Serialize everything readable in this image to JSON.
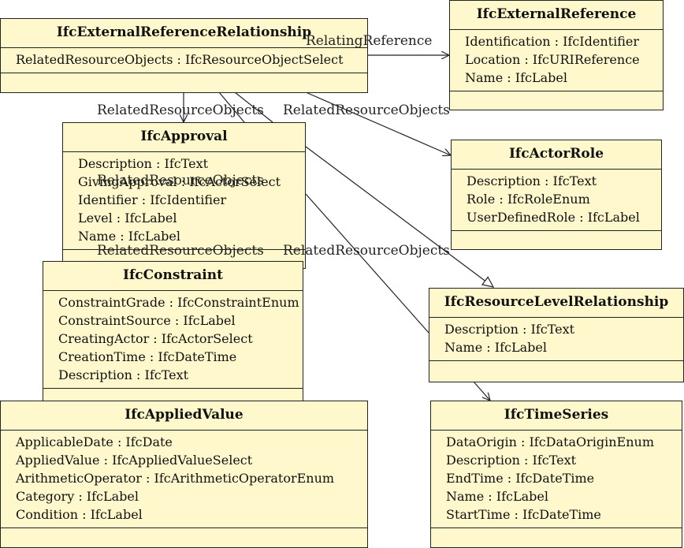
{
  "classes": {
    "ext_ref_rel": {
      "name": "IfcExternalReferenceRelationship",
      "attributes": [
        "RelatedResourceObjects : IfcResourceObjectSelect"
      ]
    },
    "ext_ref": {
      "name": "IfcExternalReference",
      "attributes": [
        "Identification : IfcIdentifier",
        "Location : IfcURIReference",
        "Name : IfcLabel"
      ]
    },
    "approval": {
      "name": "IfcApproval",
      "attributes": [
        "Description : IfcText",
        "GivingApproval : IfcActorSelect",
        "Identifier : IfcIdentifier",
        "Level : IfcLabel",
        "Name : IfcLabel"
      ]
    },
    "actor_role": {
      "name": "IfcActorRole",
      "attributes": [
        "Description : IfcText",
        "Role : IfcRoleEnum",
        "UserDefinedRole : IfcLabel"
      ]
    },
    "constraint": {
      "name": "IfcConstraint",
      "attributes": [
        "ConstraintGrade : IfcConstraintEnum",
        "ConstraintSource : IfcLabel",
        "CreatingActor : IfcActorSelect",
        "CreationTime : IfcDateTime",
        "Description : IfcText"
      ]
    },
    "resource_level_rel": {
      "name": "IfcResourceLevelRelationship",
      "attributes": [
        "Description : IfcText",
        "Name : IfcLabel"
      ]
    },
    "applied_value": {
      "name": "IfcAppliedValue",
      "attributes": [
        "ApplicableDate : IfcDate",
        "AppliedValue : IfcAppliedValueSelect",
        "ArithmeticOperator : IfcArithmeticOperatorEnum",
        "Category : IfcLabel",
        "Condition : IfcLabel"
      ]
    },
    "time_series": {
      "name": "IfcTimeSeries",
      "attributes": [
        "DataOrigin : IfcDataOriginEnum",
        "Description : IfcText",
        "EndTime : IfcDateTime",
        "Name : IfcLabel",
        "StartTime : IfcDateTime"
      ]
    }
  },
  "edge_labels": {
    "relating_reference": "RelatingReference",
    "rro_1": "RelatedResourceObjects",
    "rro_2": "RelatedResourceObjects",
    "rro_3": "RelatedResourceObjects",
    "rro_4": "RelatedResourceObjects",
    "rro_5": "RelatedResourceObjects"
  }
}
